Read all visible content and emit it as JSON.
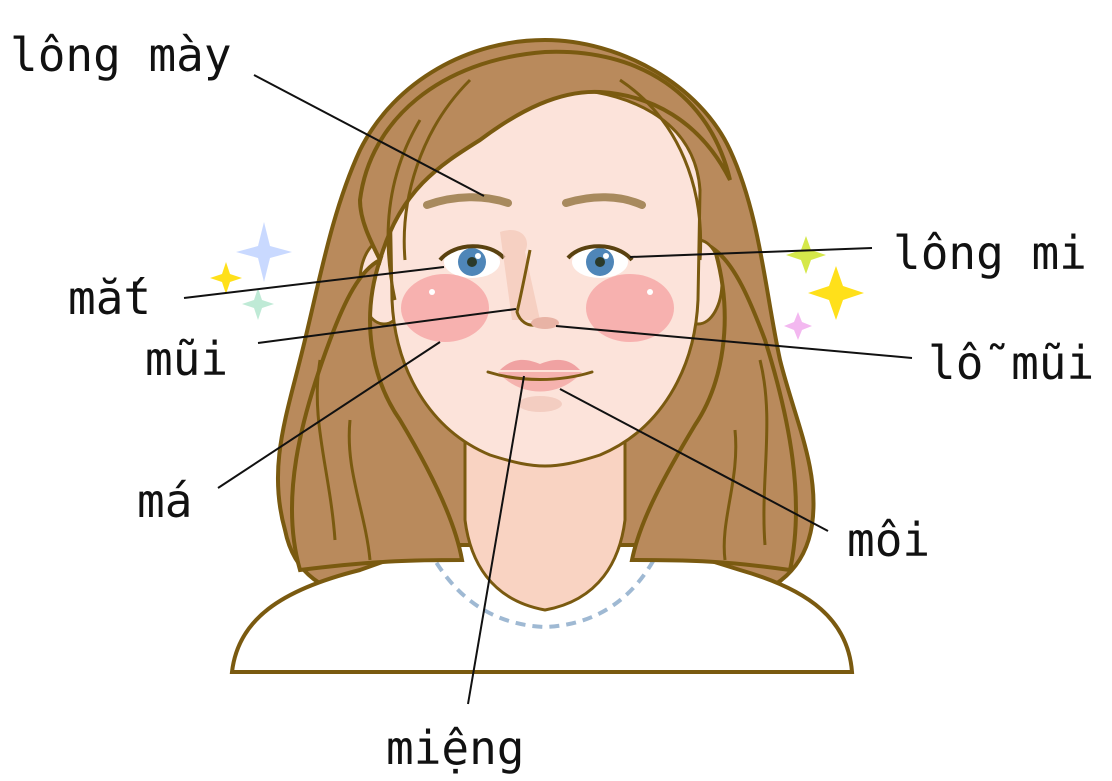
{
  "labels": {
    "eyebrow": "lông mày",
    "eyelash": "lông mi",
    "eye": "mắt",
    "nose": "mũi",
    "nostril": "lỗ mũi",
    "cheek": "má",
    "lips": "môi",
    "mouth": "miệng"
  },
  "colors": {
    "hair": "#B98A5C",
    "hair_outline": "#7A5A10",
    "skin": "#FCE3DA",
    "neck": "#F9D3C2",
    "blush": "#F6A0A0",
    "iris": "#4F86B8",
    "lip": "#F0A2A2",
    "sparkle_yellow": "#FFE01A",
    "sparkle_blue": "#C9D9FF",
    "sparkle_mint": "#BFEAD6",
    "sparkle_lime": "#D5E84A",
    "sparkle_pink": "#F3B8F0"
  }
}
